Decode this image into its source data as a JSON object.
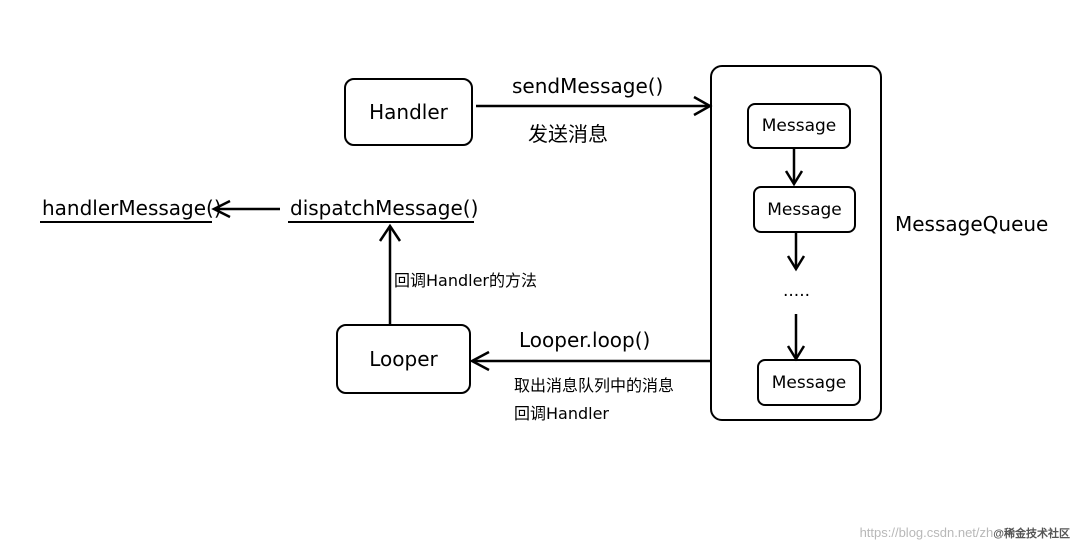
{
  "handler": {
    "label": "Handler"
  },
  "looper": {
    "label": "Looper"
  },
  "send": {
    "method": "sendMessage()",
    "note": "发送消息"
  },
  "loop": {
    "method": "Looper.loop()",
    "note_line1": "取出消息队列中的消息",
    "note_line2": "回调Handler"
  },
  "dispatch": {
    "method": "dispatchMessage()",
    "note": "回调Handler的方法"
  },
  "handler_message": {
    "method": "handlerMessage()"
  },
  "queue": {
    "label": "MessageQueue",
    "messages": [
      "Message",
      "Message",
      "Message"
    ],
    "ellipsis": "....."
  },
  "watermark": {
    "url": "https://blog.csdn.net/zh",
    "brand": "@稀金技术社区"
  }
}
